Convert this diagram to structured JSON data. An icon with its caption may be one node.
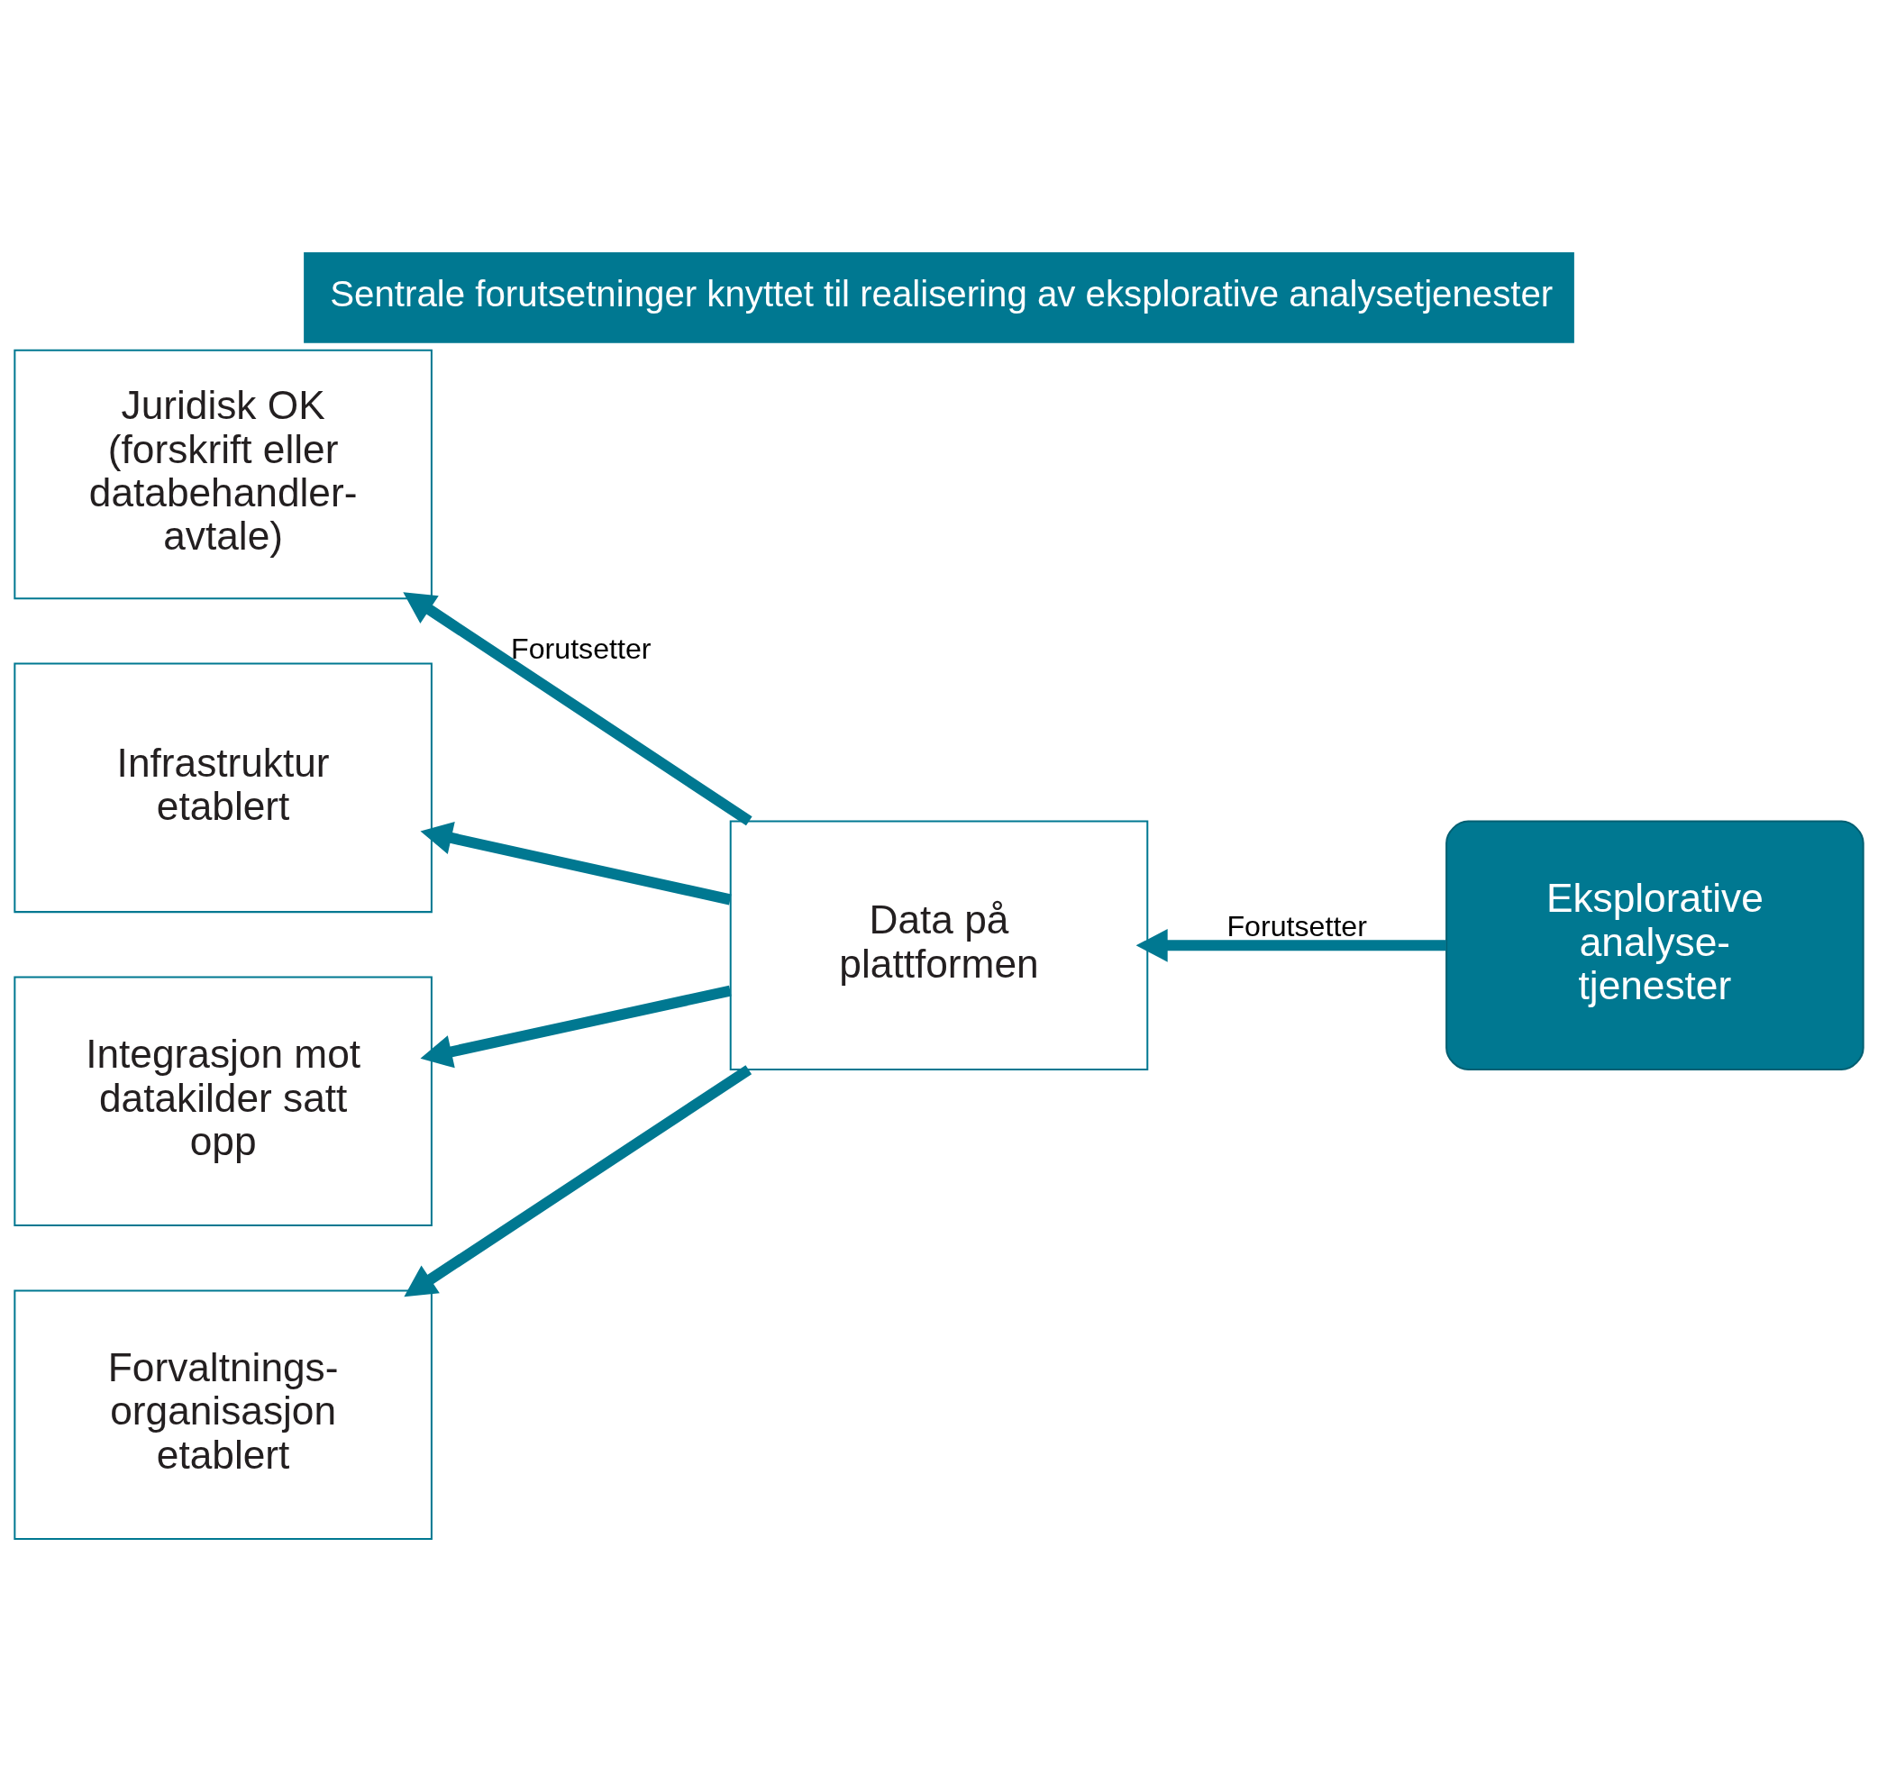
{
  "diagram": {
    "title": "Sentrale forutsetninger knyttet til realisering av eksplorative analysetjenester",
    "nodes": [
      {
        "text": [
          "Juridisk OK (forskrift eller databehandler- avtale)"
        ]
      },
      {
        "text": [
          "Infrastruktur etablert"
        ]
      },
      {
        "text": [
          "Integrasjon mot datakilder satt opp"
        ]
      },
      {
        "text": [
          "Forvaltnings- organisasjon etablert"
        ]
      },
      {
        "text": [
          "Data på plattformen"
        ]
      },
      {
        "text": [
          "Eksplorative analyse- tjenester"
        ]
      }
    ],
    "edges": [
      {
        "from": 5,
        "to": 4,
        "arrow": "to",
        "label": "Forutsetter"
      },
      {
        "from": 4,
        "to": 0,
        "arrow": "to",
        "label": "Forutsetter"
      },
      {
        "from": 4,
        "to": 1,
        "arrow": "to"
      },
      {
        "from": 4,
        "to": 2,
        "arrow": "to"
      },
      {
        "from": 4,
        "to": 3,
        "arrow": "to"
      }
    ]
  }
}
